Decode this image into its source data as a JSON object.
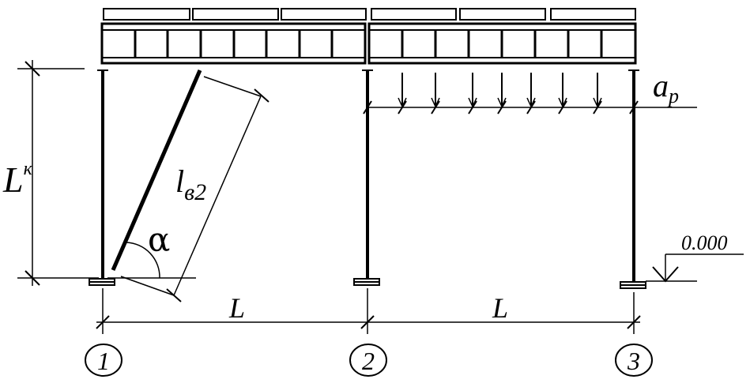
{
  "labels": {
    "column_height": "L",
    "column_height_sup": "к",
    "brace_length": "l",
    "brace_length_sub": "в2",
    "angle": "α",
    "load_level": "a",
    "load_level_sub": "p",
    "elevation": "0.000",
    "span_left": "L",
    "span_right": "L",
    "axis_1": "1",
    "axis_2": "2",
    "axis_3": "3"
  }
}
